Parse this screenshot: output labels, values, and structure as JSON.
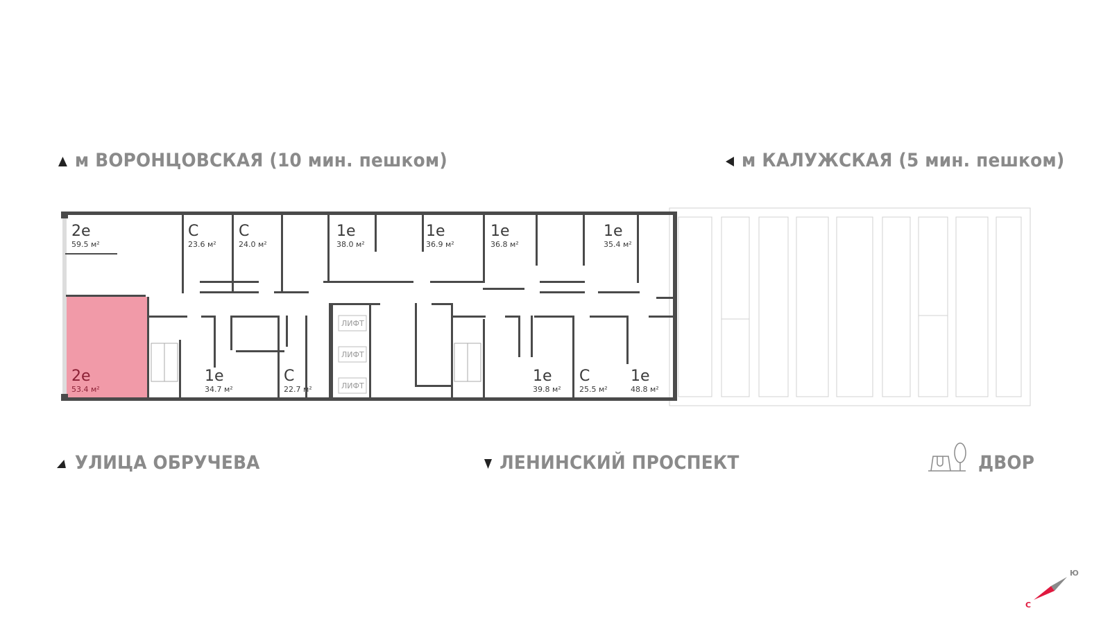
{
  "directions": {
    "top_left": "м ВОРОНЦОВСКАЯ  (10 мин. пешком)",
    "top_right": "м КАЛУЖСКАЯ (5 мин. пешком)",
    "bottom_left": "УЛИЦА ОБРУЧЕВА",
    "bottom_center": "ЛЕНИНСКИЙ ПРОСПЕКТ",
    "bottom_right": "ДВОР"
  },
  "apartments": [
    {
      "type": "2е",
      "area": "59.5 м²",
      "selected": false
    },
    {
      "type": "С",
      "area": "23.6 м²",
      "selected": false
    },
    {
      "type": "С",
      "area": "24.0 м²",
      "selected": false
    },
    {
      "type": "1е",
      "area": "38.0 м²",
      "selected": false
    },
    {
      "type": "1е",
      "area": "36.9 м²",
      "selected": false
    },
    {
      "type": "1е",
      "area": "36.8 м²",
      "selected": false
    },
    {
      "type": "1е",
      "area": "35.4 м²",
      "selected": false
    },
    {
      "type": "2е",
      "area": "53.4 м²",
      "selected": true
    },
    {
      "type": "1е",
      "area": "34.7 м²",
      "selected": false
    },
    {
      "type": "С",
      "area": "22.7 м²",
      "selected": false
    },
    {
      "type": "1е",
      "area": "39.8 м²",
      "selected": false
    },
    {
      "type": "С",
      "area": "25.5 м²",
      "selected": false
    },
    {
      "type": "1е",
      "area": "48.8 м²",
      "selected": false
    }
  ],
  "elevators": [
    "ЛИФТ",
    "ЛИФТ",
    "ЛИФТ"
  ],
  "compass": {
    "north": "С",
    "south": "Ю"
  },
  "colors": {
    "selected_fill": "#f19aa8",
    "wall": "#4a4a4a",
    "label": "#8a8a8a",
    "compass_north": "#e0193f",
    "compass_south": "#8a8a8a"
  },
  "icons": {
    "direction": "triangle-arrow-icon",
    "courtyard": "playground-tree-icon"
  }
}
